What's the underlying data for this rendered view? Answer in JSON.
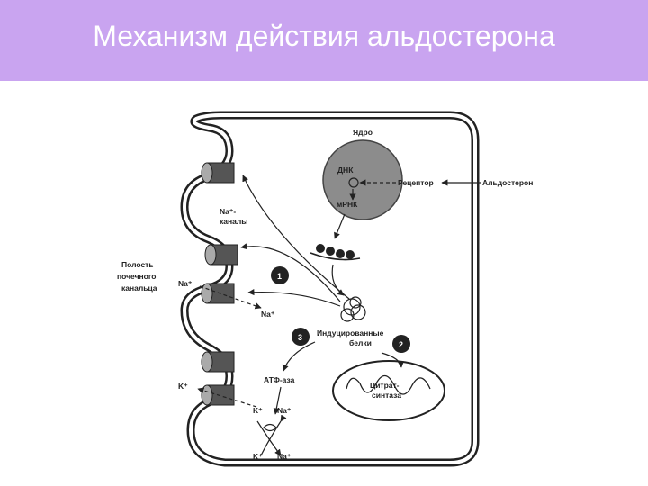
{
  "slide": {
    "title": "Механизм действия альдостерона"
  },
  "diagram": {
    "nucleus": "Ядро",
    "dna": "ДНК",
    "receptor": "Рецептор",
    "aldosterone": "Альдостерон",
    "mrna": "мРНК",
    "na_channels_1": "Na⁺-",
    "na_channels_2": "каналы",
    "lumen_1": "Полость",
    "lumen_2": "почечного",
    "lumen_3": "канальца",
    "na_in": "Na⁺",
    "na_out": "Na⁺",
    "induced_1": "Индуцированные",
    "induced_2": "белки",
    "atpase": "АТФ-аза",
    "citrate_1": "Цитрат-",
    "citrate_2": "синтаза",
    "k_left": "K⁺",
    "k_pump_top": "K⁺",
    "na_pump_top": "Na⁺",
    "k_pump_bottom": "K⁺",
    "na_pump_bottom": "Na⁺",
    "step1": "1",
    "step2": "2",
    "step3": "3"
  }
}
